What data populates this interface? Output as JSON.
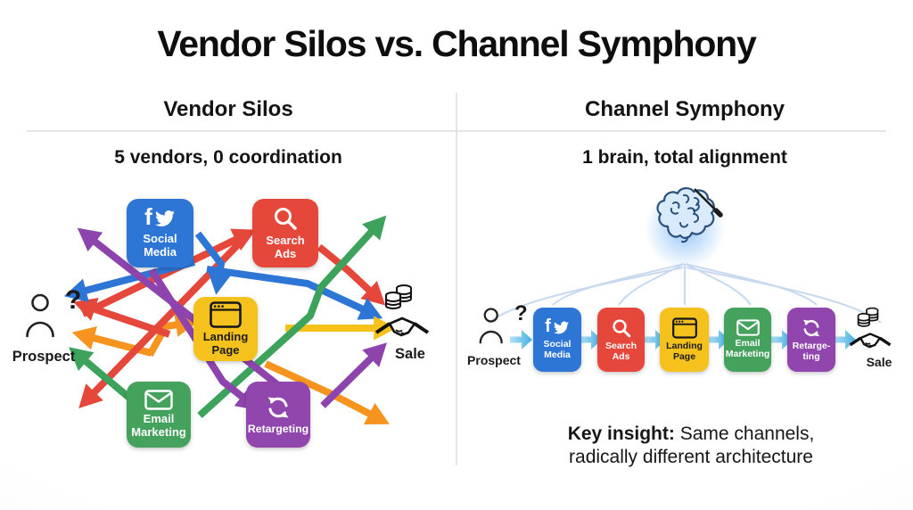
{
  "title": "Vendor Silos vs. Channel Symphony",
  "left": {
    "header": "Vendor Silos",
    "subtitle": "5 vendors, 0 coordination",
    "prospect_label": "Prospect",
    "question_mark": "?",
    "sale_label": "Sale",
    "channels": [
      {
        "label": "Social Media",
        "color": "#2e76d6"
      },
      {
        "label": "Search Ads",
        "color": "#e5473a"
      },
      {
        "label": "Landing Page",
        "color": "#f5c21d"
      },
      {
        "label": "Email Marketing",
        "color": "#44a25d"
      },
      {
        "label": "Retargeting",
        "color": "#9046ad"
      }
    ],
    "arrow_colors": {
      "blue": "#2e76d6",
      "red": "#e5473a",
      "orange": "#f79420",
      "yellow": "#f5c21b",
      "green": "#3da35c",
      "purple": "#8e44ad"
    }
  },
  "right": {
    "header": "Channel Symphony",
    "subtitle": "1 brain, total alignment",
    "prospect_label": "Prospect",
    "question_mark": "?",
    "sale_label": "Sale",
    "channels": [
      {
        "label": "Social Media",
        "color": "#2e76d6"
      },
      {
        "label": "Search Ads",
        "color": "#e5473a"
      },
      {
        "label": "Landing Page",
        "color": "#f5c21d"
      },
      {
        "label": "Email Marketing",
        "color": "#44a25d"
      },
      {
        "label": "Retarge-ting",
        "color": "#9046ad"
      }
    ],
    "key_insight": {
      "lead": "Key insight:",
      "line1_rest": " Same channels,",
      "line2": "radically different architecture"
    },
    "flow_arrow_color": "#54bce8",
    "arc_color": "#c6d9ef"
  },
  "icons": {
    "facebook_glyph": "f"
  }
}
